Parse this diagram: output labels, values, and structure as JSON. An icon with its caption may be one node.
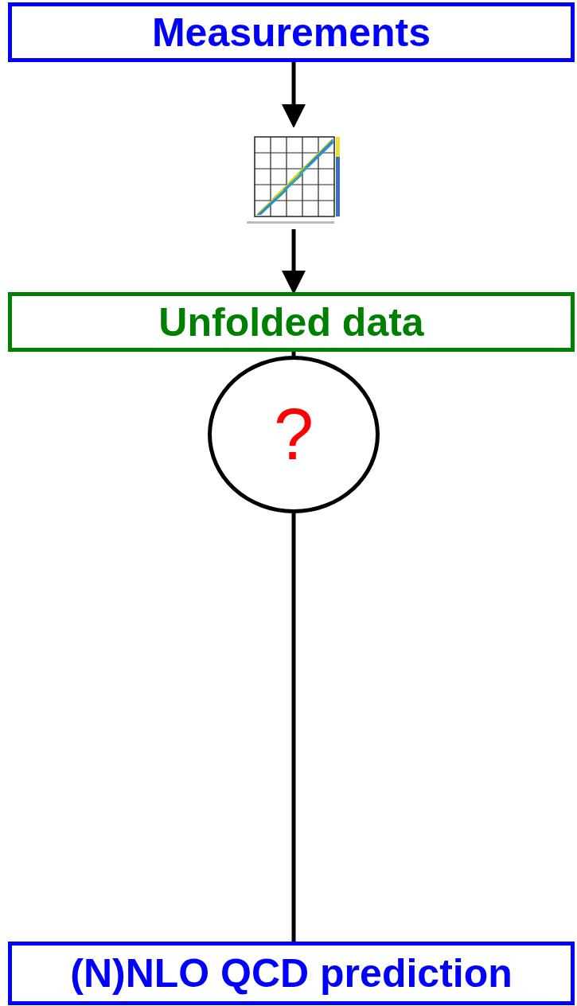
{
  "diagram": {
    "nodes": [
      {
        "text": [
          "Measurements"
        ]
      },
      {
        "text": [],
        "shape": "picture"
      },
      {
        "text": [
          "Unfolded data"
        ]
      },
      {
        "text": [
          "?"
        ]
      },
      {
        "text": [
          "(N)NLO QCD prediction"
        ]
      }
    ],
    "edges": [
      {
        "from": 0,
        "to": 1,
        "arrow": "to"
      },
      {
        "from": 1,
        "to": 2,
        "arrow": "to"
      },
      {
        "from": 2,
        "to": 3,
        "arrow": "none"
      },
      {
        "from": 3,
        "to": 4,
        "arrow": "none"
      }
    ]
  }
}
